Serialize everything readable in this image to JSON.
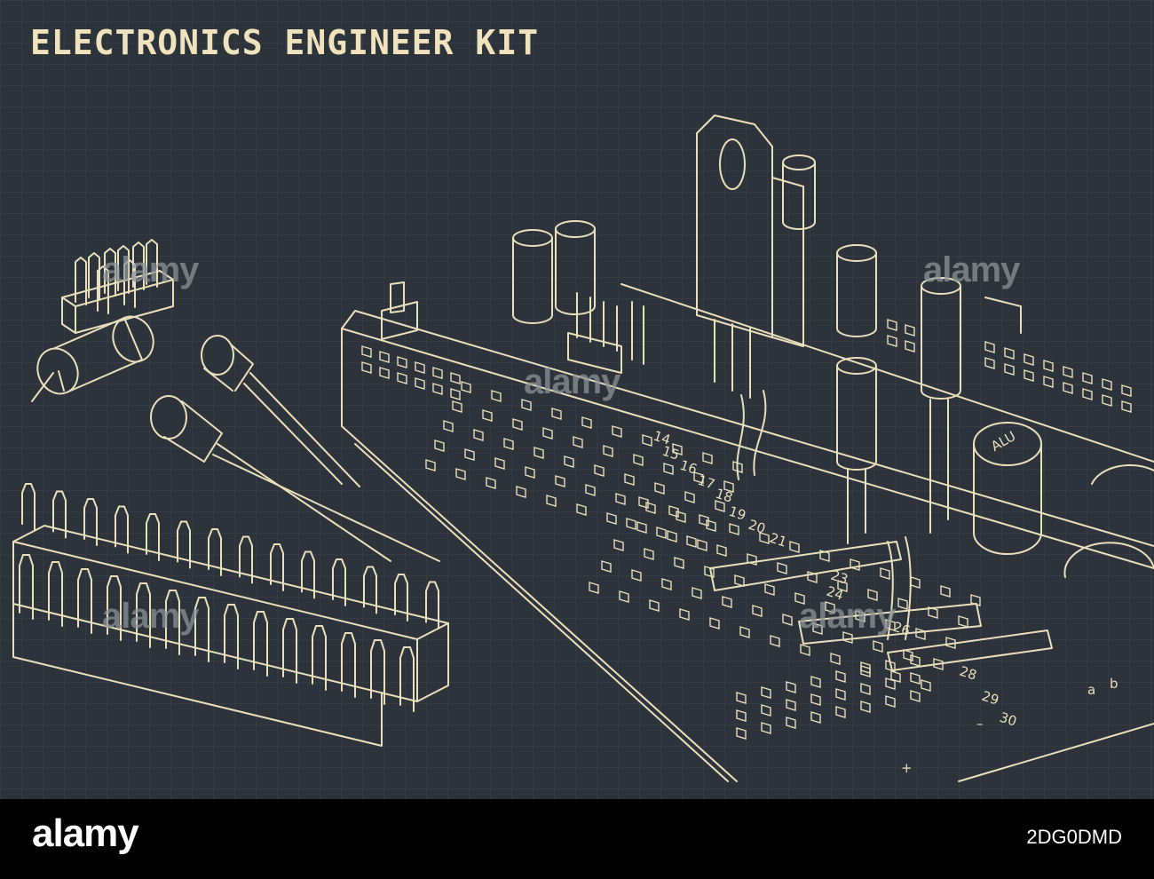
{
  "title": "ELECTRONICS ENGINEER KIT",
  "colors": {
    "background": "#2c333a",
    "line": "#eadfbc",
    "grid": "#3b434b",
    "footer": "#000000"
  },
  "row_numbers": [
    "14",
    "15",
    "16",
    "17",
    "18",
    "19",
    "20",
    "21",
    "23",
    "24",
    "26",
    "28",
    "29",
    "30"
  ],
  "column_letters": [
    "a",
    "b"
  ],
  "capacitor_marking": "ALU",
  "polarity": {
    "plus": "+",
    "minus": "–"
  },
  "watermark": "alamy",
  "footer": {
    "brand": "alamy",
    "image_id": "2DG0DMD"
  }
}
